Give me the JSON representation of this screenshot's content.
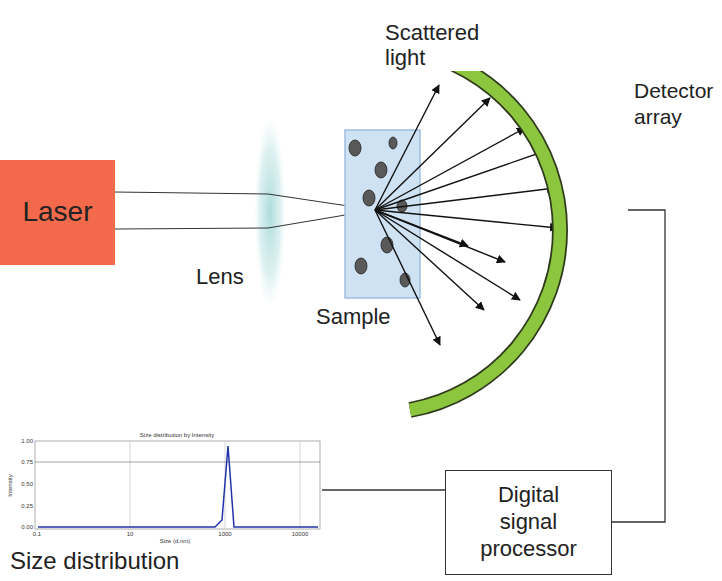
{
  "diagram": {
    "nodes": [
      {
        "text": [
          "Laser"
        ]
      },
      {
        "text": [
          "Detector array"
        ]
      },
      {
        "text": [
          "Digital signal processor"
        ]
      },
      {
        "text": [
          "Size distribution"
        ]
      }
    ],
    "edges": [
      {
        "from": 1,
        "to": 2,
        "arrow": "none"
      },
      {
        "from": 2,
        "to": 3,
        "arrow": "none"
      }
    ],
    "labels": [
      "Scattered light",
      "Lens",
      "Sample",
      "Size distribution by Intensity",
      "1.00",
      "0.75",
      "0.50",
      "0.25",
      "0.00",
      "0.1",
      "10",
      "1000",
      "10000",
      "Size (d.nm)",
      "Intensity"
    ]
  }
}
